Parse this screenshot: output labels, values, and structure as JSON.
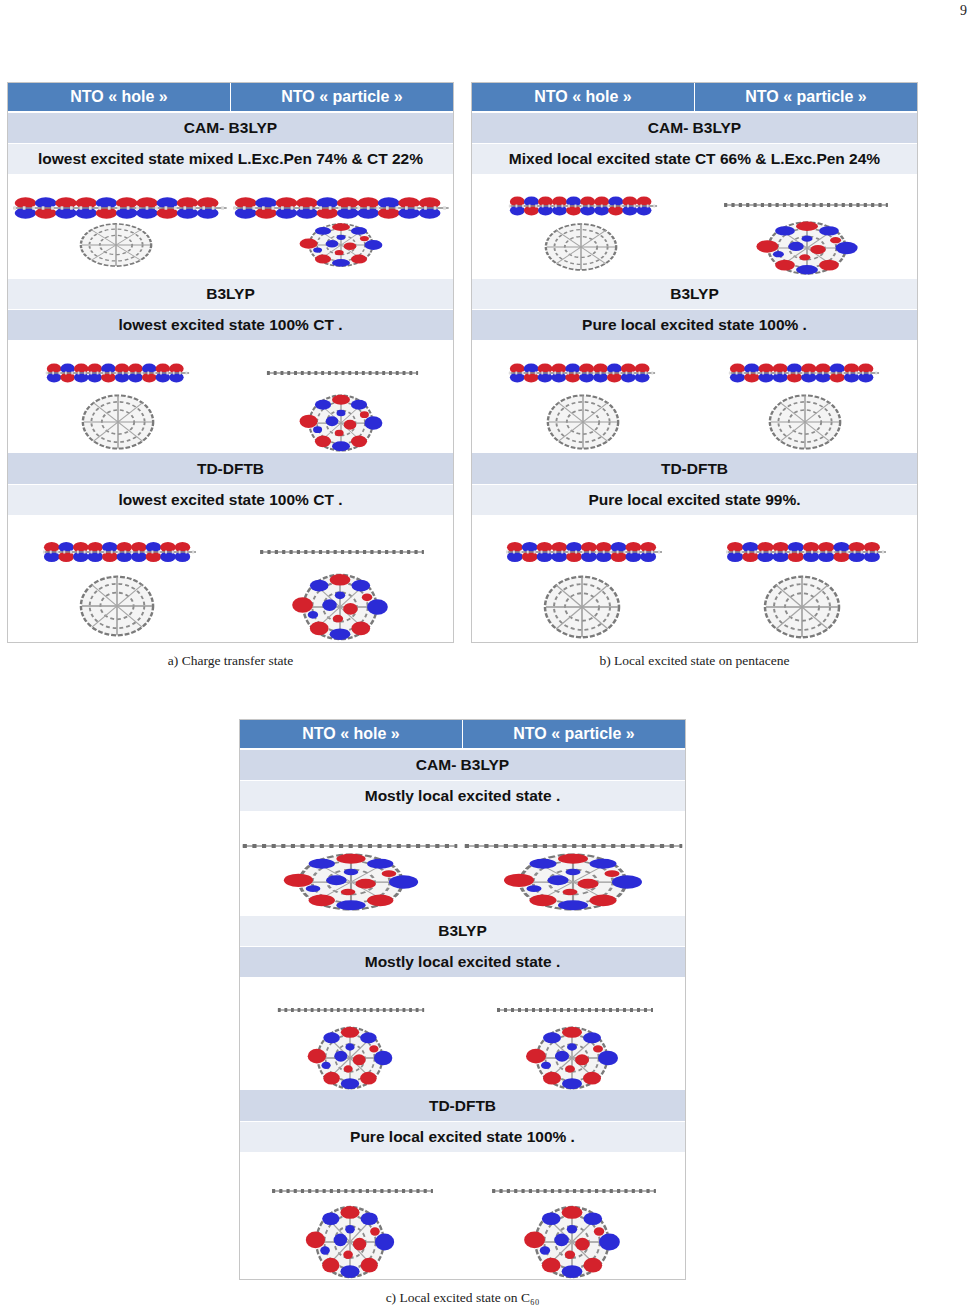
{
  "diagram": {
    "nodes": [
      {
        "text": [
          "a) Charge transfer state"
        ]
      },
      {
        "text": [
          "NTO « hole »"
        ],
        "in": 0
      },
      {
        "text": [
          "NTO « particle »"
        ],
        "in": 0
      },
      {
        "text": [
          "CAM- B3LYP"
        ],
        "in": 0
      },
      {
        "text": [
          "lowest excited state mixed L.Exc.Pen 74% & CT 22%"
        ],
        "in": 0
      },
      {
        "text": [
          "B3LYP"
        ],
        "in": 0
      },
      {
        "text": [
          "lowest excited state 100% CT ."
        ],
        "in": 0
      },
      {
        "text": [
          "TD-DFTB"
        ],
        "in": 0
      },
      {
        "text": [
          "lowest excited state 100% CT ."
        ],
        "in": 0
      },
      {
        "text": [
          "b) Local excited state on pentacene"
        ]
      },
      {
        "text": [
          "NTO « hole »"
        ],
        "in": 9
      },
      {
        "text": [
          "NTO « particle »"
        ],
        "in": 9
      },
      {
        "text": [
          "CAM- B3LYP"
        ],
        "in": 9
      },
      {
        "text": [
          "Mixed local excited state CT 66% & L.Exc.Pen 24%"
        ],
        "in": 9
      },
      {
        "text": [
          "B3LYP"
        ],
        "in": 9
      },
      {
        "text": [
          "Pure local excited state 100% ."
        ],
        "in": 9
      },
      {
        "text": [
          "TD-DFTB"
        ],
        "in": 9
      },
      {
        "text": [
          "Pure local excited state 99%."
        ],
        "in": 9
      },
      {
        "text": [
          "c) Local excited state on C₆₀"
        ]
      },
      {
        "text": [
          "NTO « hole »"
        ],
        "in": 18
      },
      {
        "text": [
          "NTO « particle »"
        ],
        "in": 18
      },
      {
        "text": [
          "CAM- B3LYP"
        ],
        "in": 18
      },
      {
        "text": [
          "Mostly local excited state ."
        ],
        "in": 18
      },
      {
        "text": [
          "B3LYP"
        ],
        "in": 18
      },
      {
        "text": [
          "Mostly local excited state ."
        ],
        "in": 18
      },
      {
        "text": [
          "TD-DFTB"
        ],
        "in": 18
      },
      {
        "text": [
          "Pure local excited state 100% ."
        ],
        "in": 18
      }
    ],
    "labels": [
      "9"
    ]
  }
}
